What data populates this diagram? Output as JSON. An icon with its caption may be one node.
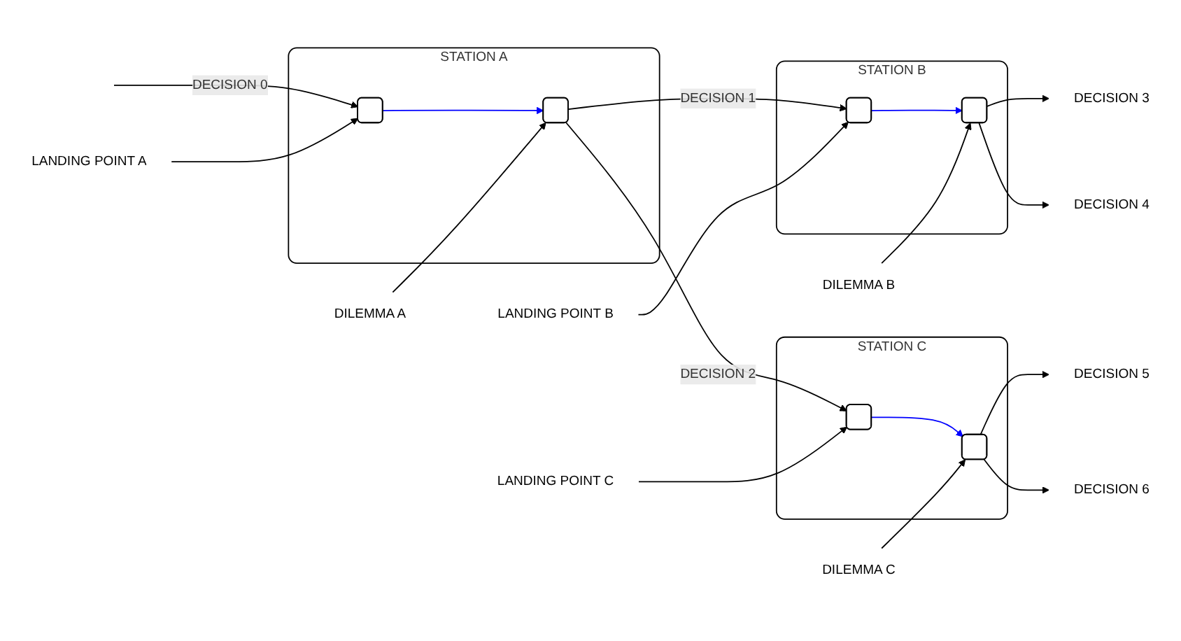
{
  "diagram": {
    "nodes": [
      {
        "text": [
          "STATION A"
        ]
      },
      {
        "text": [],
        "shape": "box",
        "in": 0
      },
      {
        "text": [],
        "shape": "box",
        "in": 0
      },
      {
        "text": [
          "STATION B"
        ]
      },
      {
        "text": [],
        "shape": "box",
        "in": 3
      },
      {
        "text": [],
        "shape": "box",
        "in": 3
      },
      {
        "text": [
          "DECISION 3"
        ]
      },
      {
        "text": [
          "DECISION 4"
        ]
      },
      {
        "text": [
          "DILEMMA A"
        ]
      },
      {
        "text": [
          "LANDING POINT A"
        ]
      },
      {
        "text": [
          "DILEMMA B"
        ]
      },
      {
        "text": [
          "LANDING POINT B"
        ]
      },
      {
        "text": [
          "STATION C"
        ]
      },
      {
        "text": [],
        "shape": "box",
        "in": 12
      },
      {
        "text": [],
        "shape": "box",
        "in": 12
      },
      {
        "text": [
          "DECISION 5"
        ]
      },
      {
        "text": [
          "DECISION 6"
        ]
      },
      {
        "text": [
          "DILEMMA C"
        ]
      },
      {
        "text": [
          "LANDING POINT C"
        ]
      }
    ],
    "edges": [
      {
        "from": null,
        "to": 1,
        "arrow": "to",
        "label": "DECISION 0"
      },
      {
        "from": 1,
        "to": 2,
        "arrow": "to",
        "color": "#0000ff"
      },
      {
        "from": 2,
        "to": 4,
        "arrow": "to",
        "label": "DECISION 1"
      },
      {
        "from": 2,
        "to": 13,
        "arrow": "to",
        "label": "DECISION 2"
      },
      {
        "from": 4,
        "to": 5,
        "arrow": "to",
        "color": "#0000ff"
      },
      {
        "from": 5,
        "to": 6,
        "arrow": "to"
      },
      {
        "from": 5,
        "to": 7,
        "arrow": "to"
      },
      {
        "from": 13,
        "to": 14,
        "arrow": "to",
        "color": "#0000ff"
      },
      {
        "from": 14,
        "to": 15,
        "arrow": "to"
      },
      {
        "from": 14,
        "to": 16,
        "arrow": "to"
      },
      {
        "from": 9,
        "to": 1,
        "arrow": "to"
      },
      {
        "from": 8,
        "to": 2,
        "arrow": "to"
      },
      {
        "from": 11,
        "to": 4,
        "arrow": "to"
      },
      {
        "from": 10,
        "to": 5,
        "arrow": "to"
      },
      {
        "from": 18,
        "to": 13,
        "arrow": "to"
      },
      {
        "from": 17,
        "to": 14,
        "arrow": "to"
      }
    ]
  }
}
